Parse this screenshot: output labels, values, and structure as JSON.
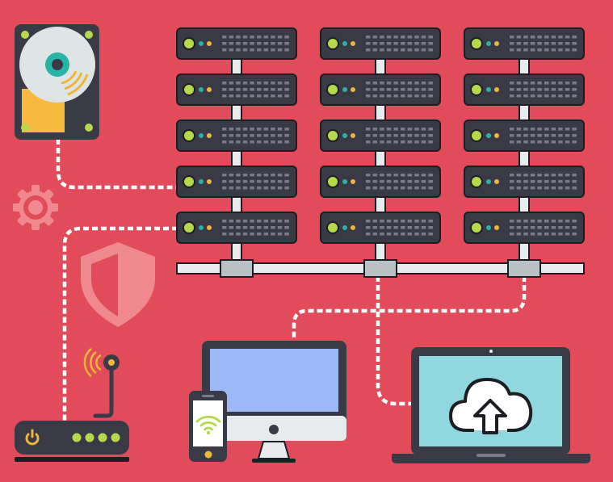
{
  "palette": {
    "background": "#e14b5a",
    "dark": "#3a3a46",
    "outline": "#1d1d24",
    "panel": "#4a4a58",
    "slot": "#7a7a8c",
    "led_green": "#b6d84a",
    "led_teal": "#27b3a6",
    "led_yellow": "#f0b63a",
    "pipe": "#e8ebee",
    "connector": "#b9c1c7",
    "cable": "#ffffff",
    "accent_soft": "#f08890",
    "disk_platter": "#dfe4e6",
    "disk_label": "#f8b940",
    "monitor_screen": "#9db8f7",
    "laptop_screen": "#8fd9de",
    "phone_screen": "#ffffff",
    "wifi": "#b6d84a",
    "signal": "#f0b63a"
  },
  "illustration": {
    "server_racks": [
      {
        "name": "rack-1",
        "units": 5
      },
      {
        "name": "rack-2",
        "units": 5
      },
      {
        "name": "rack-3",
        "units": 5
      }
    ],
    "devices": [
      "hard-drive",
      "gear",
      "shield",
      "router",
      "desktop-monitor",
      "smartphone",
      "laptop"
    ],
    "icons": [
      "power-icon",
      "wifi-icon",
      "cloud-upload-icon",
      "gear-icon",
      "shield-icon"
    ]
  }
}
